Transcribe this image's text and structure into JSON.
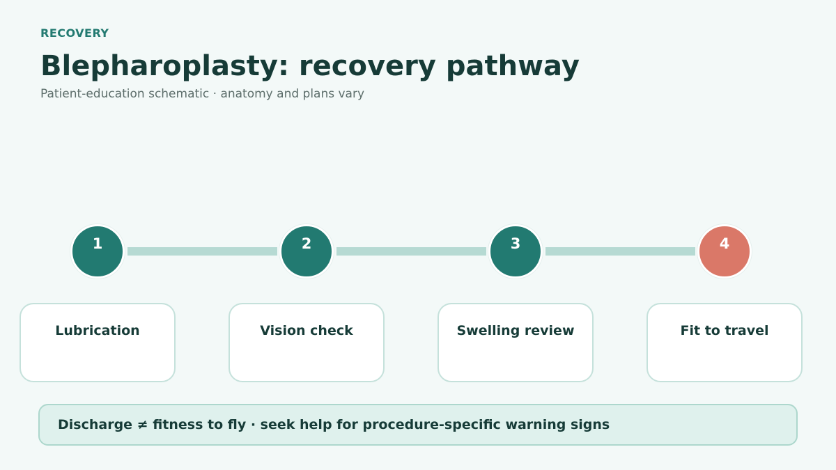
{
  "header": {
    "eyebrow": "RECOVERY",
    "title": "Blepharoplasty: recovery pathway",
    "subtitle": "Patient-education schematic · anatomy and plans vary"
  },
  "colors": {
    "step_default": "#227a71",
    "step_final": "#da7868",
    "connector": "#b6dad3"
  },
  "steps": [
    {
      "number": "1",
      "label": "Lubrication"
    },
    {
      "number": "2",
      "label": "Vision check"
    },
    {
      "number": "3",
      "label": "Swelling review"
    },
    {
      "number": "4",
      "label": "Fit to travel"
    }
  ],
  "footer": {
    "note": "Discharge ≠ fitness to fly · seek help for procedure-specific warning signs"
  }
}
